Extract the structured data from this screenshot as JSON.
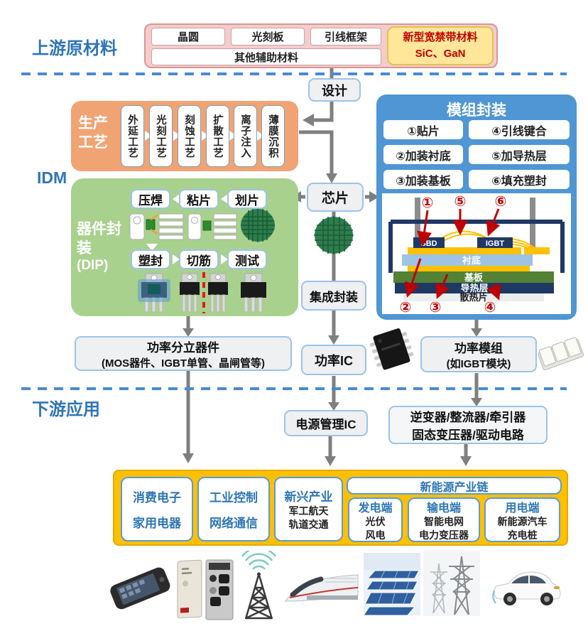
{
  "upstream": {
    "label": "上游原材料",
    "m1": "晶圆",
    "m2": "光刻板",
    "m3": "引线框架",
    "other": "其他辅助材料",
    "wb1": "新型宽禁带材料",
    "wb2": "SiC、GaN"
  },
  "design": "设计",
  "idm": "IDM",
  "process": {
    "label": "生产工艺",
    "steps": [
      "外延工艺",
      "光刻工艺",
      "刻蚀工艺",
      "扩散工艺",
      "离子注入",
      "薄膜沉积"
    ]
  },
  "dip": {
    "label": "器件封装",
    "label2": "(DIP)",
    "top": [
      "压焊",
      "粘片",
      "划片"
    ],
    "bottom": [
      "塑封",
      "切筋",
      "测试"
    ]
  },
  "chip": "芯片",
  "integrated": "集成封装",
  "module": {
    "title": "模组封装",
    "steps": [
      "①贴片",
      "④引线键合",
      "②加装衬底",
      "⑤加导热层",
      "③加装基板",
      "⑥填充塑封"
    ],
    "diagram": {
      "n1": "①",
      "n5": "⑤",
      "n6": "⑥",
      "n2": "②",
      "n3": "③",
      "n4": "④",
      "sbd": "SBD",
      "igbt": "IGBT",
      "substrate": "衬底",
      "baseplate": "基板",
      "thermal": "导热层",
      "heatsink": "散热片"
    }
  },
  "products": {
    "discrete1": "功率分立器件",
    "discrete2": "(MOS器件、IGBT单管、晶闸管等)",
    "ic": "功率IC",
    "module1": "功率模组",
    "module2": "(如IGBT模块)"
  },
  "downstream": {
    "label": "下游应用",
    "pmic": "电源管理IC",
    "inverter1": "逆变器/整流器/牵引器",
    "inverter2": "固态变压器/驱动电路"
  },
  "apps": {
    "consumer1": "消费电子",
    "consumer2": "家用电器",
    "industrial1": "工业控制",
    "industrial2": "网络通信",
    "emerging_title": "新兴产业",
    "emerging1": "军工航天",
    "emerging2": "轨道交通",
    "newenergy_title": "新能源产业链",
    "gen_title": "发电端",
    "gen1": "光伏",
    "gen2": "风电",
    "trans_title": "输电端",
    "trans1": "智能电网",
    "trans2": "电力变压器",
    "use_title": "用电端",
    "use1": "新能源汽车",
    "use2": "充电桩"
  },
  "photos": [
    "smartphone",
    "ups-power-supply",
    "telecom-tower",
    "high-speed-train",
    "solar-panels",
    "power-grid-towers",
    "electric-car",
    "silicon-wafer",
    "soic-power-ic-chip",
    "igbt-module"
  ],
  "colors": {
    "accent_blue": "#2e75b6",
    "module_blue": "#4f96d4",
    "process_orange": "#f0a473",
    "device_green": "#a9d18e",
    "upstream_pink": "#f4cccc",
    "wideband_yellow": "#ffe699",
    "apps_yellow": "#ffc000",
    "red": "#c00000",
    "arrow_gray": "#7f7f7f",
    "dash_blue": "#4a89d0"
  }
}
